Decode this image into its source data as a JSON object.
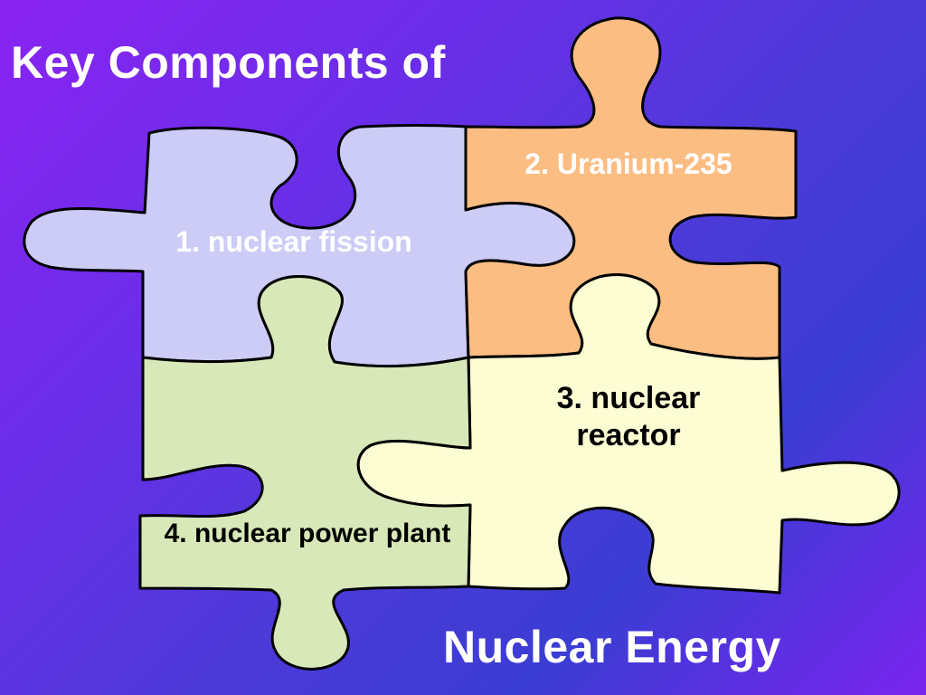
{
  "slide": {
    "title_top": "Key Components of",
    "title_bottom": "Nuclear Energy",
    "colors": {
      "background_start": "#8a23f2",
      "background_mid": "#3b3dd3",
      "text_light": "#ffffff",
      "text_dark": "#000000"
    }
  },
  "pieces": [
    {
      "label": "1. nuclear fission",
      "color": "#ccccf6"
    },
    {
      "label": "2. Uranium-235",
      "color": "#fcbd82"
    },
    {
      "label": "3. nuclear reactor",
      "color": "#fdfdd4"
    },
    {
      "label": "4. nuclear power plant",
      "color": "#d8e8b8"
    }
  ]
}
